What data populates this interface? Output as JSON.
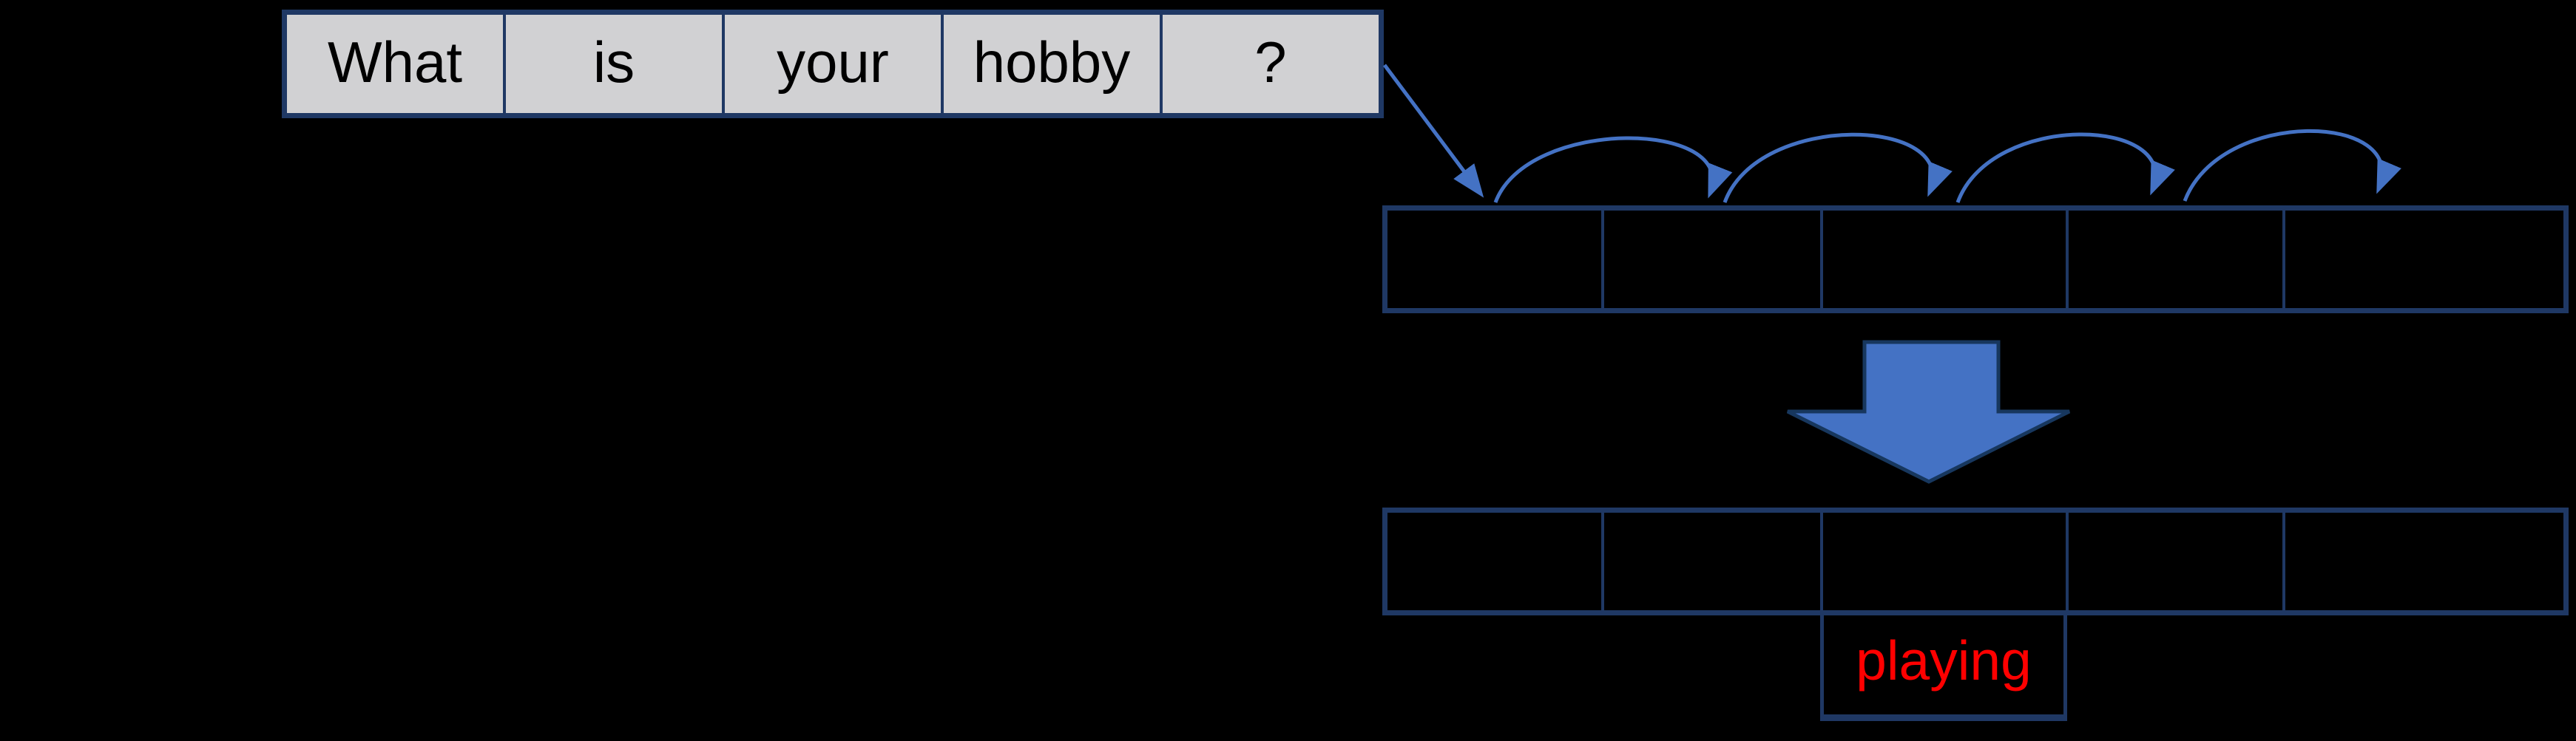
{
  "scene": {
    "background_color": "#000000",
    "outline_color": "#1F3864",
    "arrow_color": "#4472C4",
    "token_box_fill": "#D1D1D3",
    "token_text_color": "#000000",
    "answer_text_color": "#FF0000"
  },
  "sentence_row": {
    "tokens": [
      "What",
      "is",
      "your",
      "hobby",
      "?"
    ]
  },
  "hop_row": {
    "cell_count": 5,
    "cell_values": [
      "",
      "",
      "",
      "",
      ""
    ]
  },
  "output_row": {
    "cell_count": 5,
    "cell_values": [
      "",
      "",
      "",
      "",
      ""
    ]
  },
  "answer_box": {
    "label": "playing"
  }
}
